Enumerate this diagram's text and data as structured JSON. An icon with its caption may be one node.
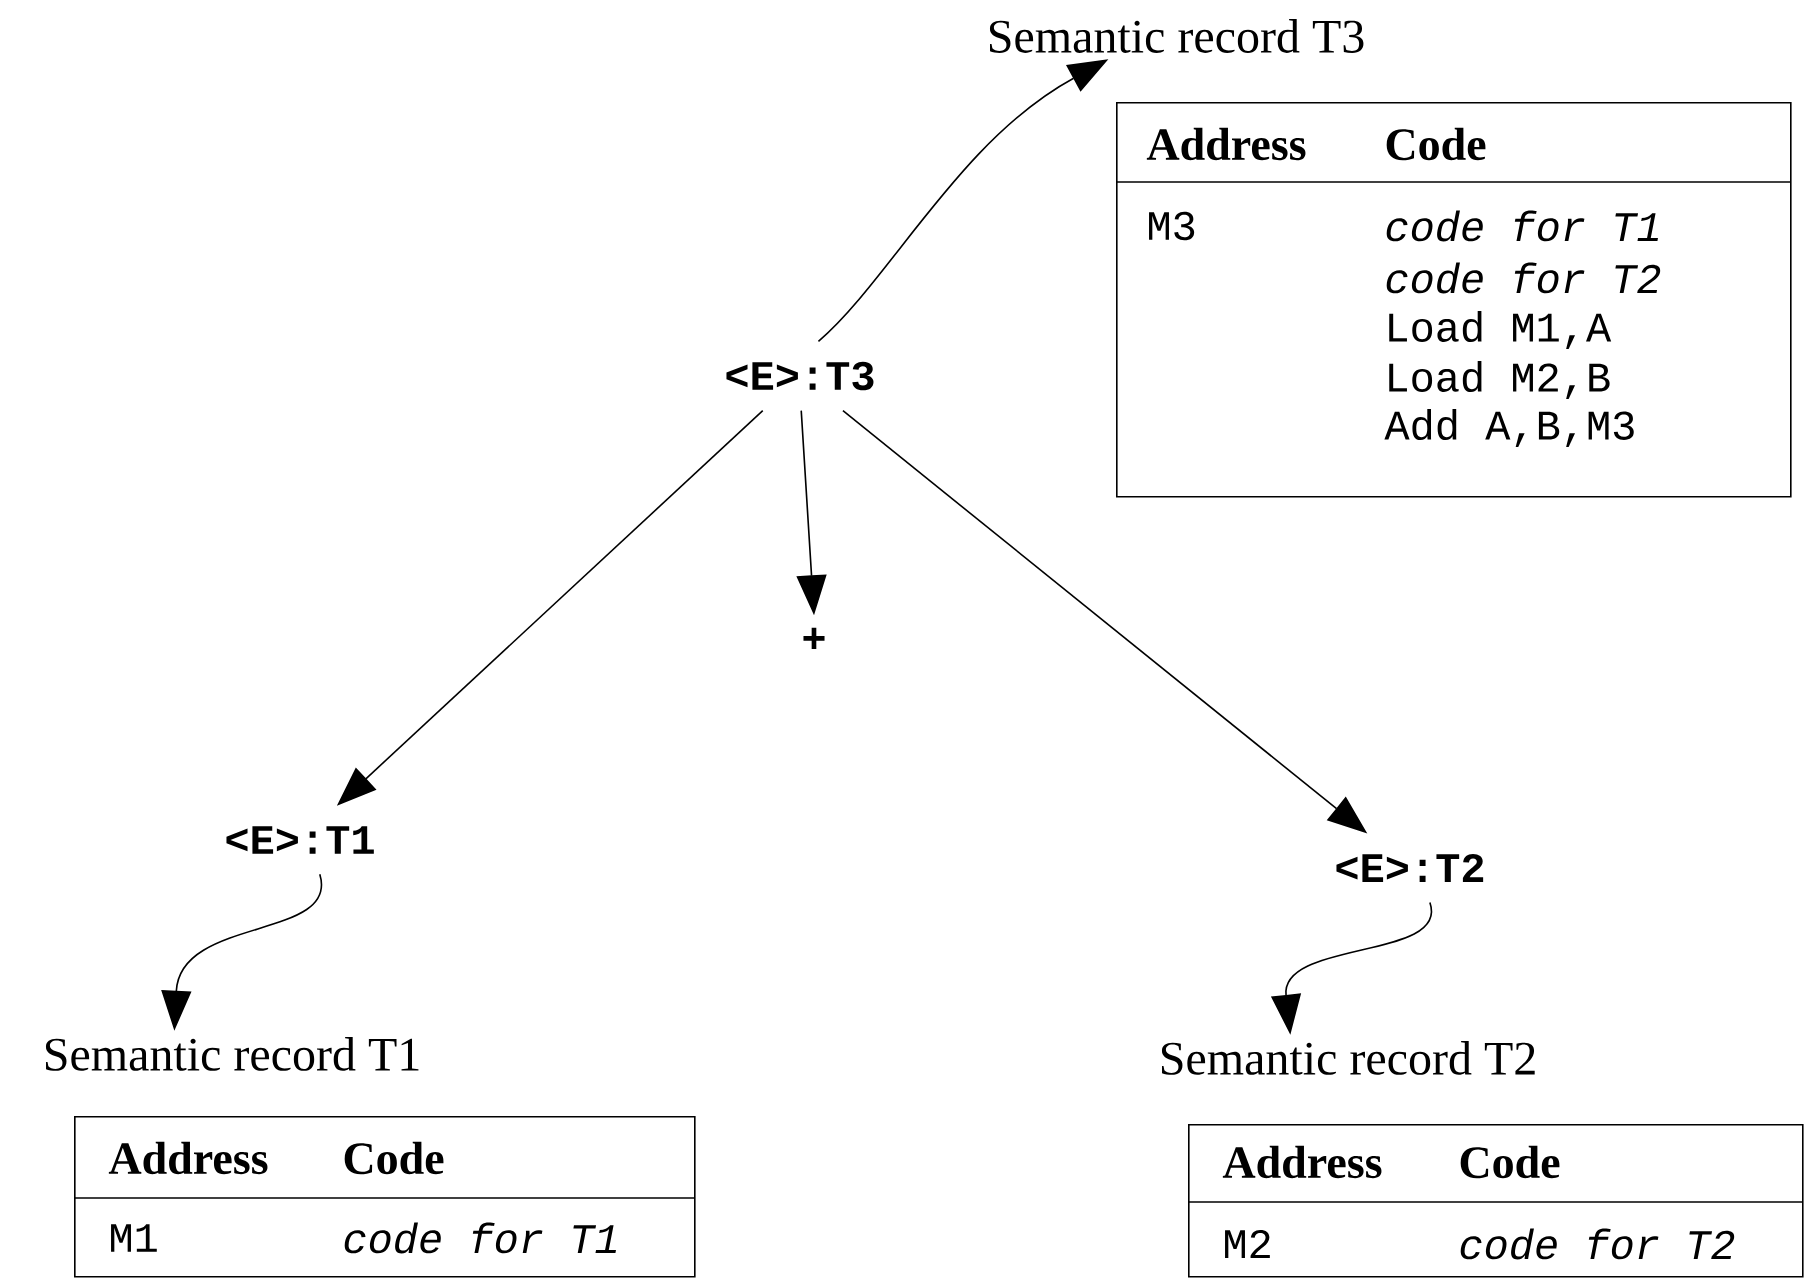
{
  "diagram": {
    "nodes": [
      {
        "text": [
          "Semantic record T3"
        ]
      },
      {
        "text": [
          "Address",
          "Code",
          "M3",
          "code for T1",
          "code for T2",
          "Load M1,A",
          "Load M2,B",
          "Add A,B,M3"
        ]
      },
      {
        "text": [
          "<E>:T3"
        ]
      },
      {
        "text": [
          "+"
        ]
      },
      {
        "text": [
          "<E>:T1"
        ]
      },
      {
        "text": [
          "<E>:T2"
        ]
      },
      {
        "text": [
          "Semantic record T1"
        ]
      },
      {
        "text": [
          "Semantic record T2"
        ]
      },
      {
        "text": [
          "Address",
          "Code",
          "M1",
          "code for T1"
        ]
      },
      {
        "text": [
          "Address",
          "Code",
          "M2",
          "code for T2"
        ]
      }
    ],
    "edges": [
      {
        "from": 2,
        "to": 3,
        "arrow": "to"
      },
      {
        "from": 2,
        "to": 4,
        "arrow": "to"
      },
      {
        "from": 2,
        "to": 5,
        "arrow": "to"
      },
      {
        "from": 2,
        "to": 0,
        "arrow": "to"
      },
      {
        "from": 4,
        "to": 6,
        "arrow": "to"
      },
      {
        "from": 5,
        "to": 7,
        "arrow": "to"
      }
    ]
  }
}
